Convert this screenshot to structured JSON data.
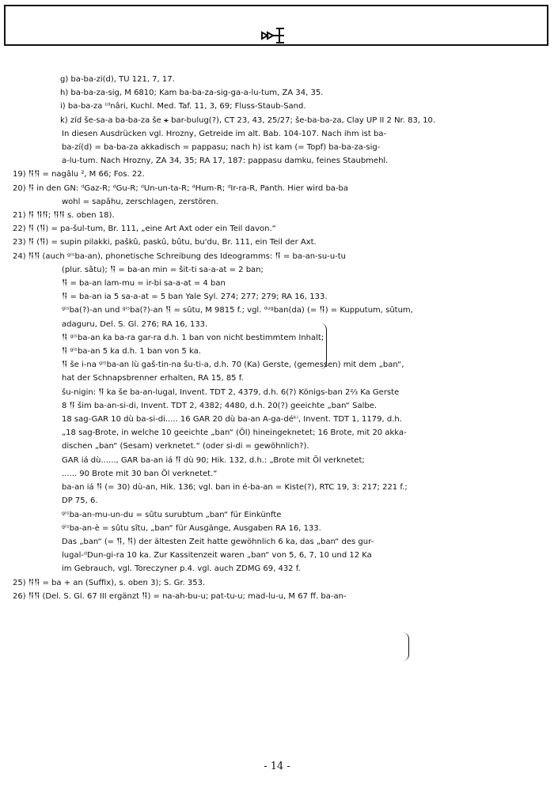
{
  "header": {
    "sign_icon": "cuneiform-ba-sign"
  },
  "lines": [
    {
      "cls": "i0",
      "text": "g) ba-ba-zi(d), TU 121, 7, 17."
    },
    {
      "cls": "i0",
      "text": "h) ba-ba-za-sig, M 6810; Kam ba-ba-za-sig-ga-a-lu-tum, ZA 34, 35."
    },
    {
      "cls": "i0",
      "text": "i) ba-ba-za ᶦᵈnâri, Kuchl. Med. Taf. 11, 3, 69; Fluss-Staub-Sand."
    },
    {
      "cls": "i0",
      "text": "k) zíd še-sa-a ba-ba-za še ⚹ bar-bulug(?), CT 23, 43, 25/27; še-ba-ba-za, Clay UP II 2 Nr. 83, 10."
    },
    {
      "cls": "i3",
      "text": "In diesen Ausdrücken vgl. Hrozny, Getreide im alt. Bab. 104-107. Nach ihm ist ba-"
    },
    {
      "cls": "i3",
      "text": "ba-zí(d) = ba-ba-za akkadisch = pappasu; nach h) ist kam (= Topf) ba-ba-za-sig-"
    },
    {
      "cls": "i3",
      "text": "a-lu-tum. Nach Hrozny, ZA 34, 35; RA 17, 187: pappasu damku, feines Staubmehl."
    },
    {
      "cls": "i2",
      "text": "19) 𒀀𒀀 = nagâlu ², M 66; Fos. 22."
    },
    {
      "cls": "i2",
      "text": "20) 𒀀 in den GN: ᵈGaz-R; ᵈGu-R; ᵈUn-un-ta-R; ᵈHum-R; ᵈIr-ra-R, Panth. Hier wird ba-ba"
    },
    {
      "cls": "i3",
      "text": "wohl = sapâhu, zerschlagen, zerstören."
    },
    {
      "cls": "i2",
      "text": "21) 𒀀 𒀀𒀀; 𒀀𒀀 s. oben 18)."
    },
    {
      "cls": "i2",
      "text": "22) 𒀀 (𒀀) = pa-šul-tum, Br. 111, „eine Art Axt oder ein Teil davon.“"
    },
    {
      "cls": "i2",
      "text": "23) 𒀀 (𒀀) = supin pilakki, paškû, paskû, bûtu, bu'du, Br. 111, ein Teil der Axt."
    },
    {
      "cls": "i2",
      "text": "24) 𒀀𒀀 (auch ᵍⁱˢba-an), phonetische Schreibung des Ideogramms: 𒀀 = ba-an-su-u-tu"
    },
    {
      "cls": "i3",
      "text": "(plur. sâtu); 𒀀 = ba-an min = šit-ti sa-a-at = 2 ban;"
    },
    {
      "cls": "i3",
      "text": "𒀀 = ba-an lam-mu = ir-bi sa-a-at = 4 ban"
    },
    {
      "cls": "i3",
      "text": "𒀀 = ba-an ia        5    sa-a-at = 5 ban          Yale Syl. 274; 277; 279; RA 16, 133."
    },
    {
      "cls": "i3",
      "text": "ᵍⁱˢba(?)-an und ᵍⁱˢba(?)-an 𒀀 = sûtu, M 9815 f.; vgl. ᵈᵘᵍban(da) (= 𒀀) = Kupputum, sûtum,"
    },
    {
      "cls": "i3",
      "text": "adaguru, Del. S. Gl. 276; RA 16, 133."
    },
    {
      "cls": "i3",
      "text": "𒀀 ᵍⁱˢba-an ka ba-ra gar-ra d.h. 1 ban von nicht bestimmtem Inhalt;"
    },
    {
      "cls": "i3",
      "text": "𒀀 ᵍⁱˢba-an 5 ka                d.h. 1 ban von 5 ka."
    },
    {
      "cls": "i3",
      "text": "𒀀 še i-na ᵍⁱˢba-an lù gaš-tin-na šu-ti-a, d.h. 70 (Ka) Gerste, (gemessen) mit dem „ban“,"
    },
    {
      "cls": "i3",
      "text": "hat der Schnapsbrenner erhalten, RA 15, 85 f."
    },
    {
      "cls": "i3",
      "text": "šu-nigin: 𒀀 ka še ba-an-lugal, Invent. TDT 2, 4379, d.h. 6(?) Königs-ban 2⅔ Ka Gerste"
    },
    {
      "cls": "i3",
      "text": "8 𒀀 šim ba-an-si-di, Invent. TDT 2, 4382; 4480, d.h. 20(?) geeichte „ban“ Salbe."
    },
    {
      "cls": "i3",
      "text": "18 sag-GAR 10 dù ba-si-di..... 16 GAR 20 dù ba-an A-ga-déᵏⁱ, Invent. TDT 1, 1179, d.h."
    },
    {
      "cls": "i3",
      "text": "„18 sag-Brote, in welche 10 geeichte „ban“ (Öl) hineingeknetet; 16 Brote, mit 20 akka-"
    },
    {
      "cls": "i3",
      "text": "dischen „ban“ (Sesam) verknetet.“ (oder si-di = gewöhnlich?)."
    },
    {
      "cls": "i3",
      "text": "GAR iá dù......, GAR ba-an iá 𒀀 dù 90; Hik. 132, d.h.: „Brote mit Öl verknetet;"
    },
    {
      "cls": "i3",
      "text": "...... 90 Brote mit 30 ban Öl verknetet.“"
    },
    {
      "cls": "i3",
      "text": "ba-an iá 𒀀 (= 30) dù-an, Hik. 136; vgl. ban in é-ba-an = Kiste(?), RTC 19, 3: 217; 221 f.;"
    },
    {
      "cls": "i3",
      "text": "DP 75, 6."
    },
    {
      "cls": "i3",
      "text": "ᵍⁱˢba-an-mu-un-du = sûtu surubtum „ban“ für Einkünfte"
    },
    {
      "cls": "i3",
      "text": "ᵍⁱˢba-an-è = sûtu sîtu, „ban“ für Ausgänge, Ausgaben          RA 16, 133."
    },
    {
      "cls": "i3",
      "text": "Das „ban“ (= 𒀀, 𒀀) der ältesten Zeit hatte gewöhnlich 6 ka, das „ban“ des gur-"
    },
    {
      "cls": "i3",
      "text": "lugal-ᵈDun-gi-ra 10 ka. Zur Kassitenzeit waren „ban“ von 5, 6, 7, 10 und 12 Ka"
    },
    {
      "cls": "i3",
      "text": "im Gebrauch, vgl. Toreczyner p.4. vgl. auch ZDMG 69, 432 f."
    },
    {
      "cls": "i2",
      "text": "25) 𒀀𒀀 = ba + an (Suffix), s. oben 3); S. Gr. 353."
    },
    {
      "cls": "i2",
      "text": "26) 𒀀𒀀 (Del. S. Gl. 67 III ergänzt 𒀀) = na-ah-bu-u; pat-tu-u; mad-lu-u, M 67 ff.  ba-an-"
    }
  ],
  "page_number": "- 14 -"
}
